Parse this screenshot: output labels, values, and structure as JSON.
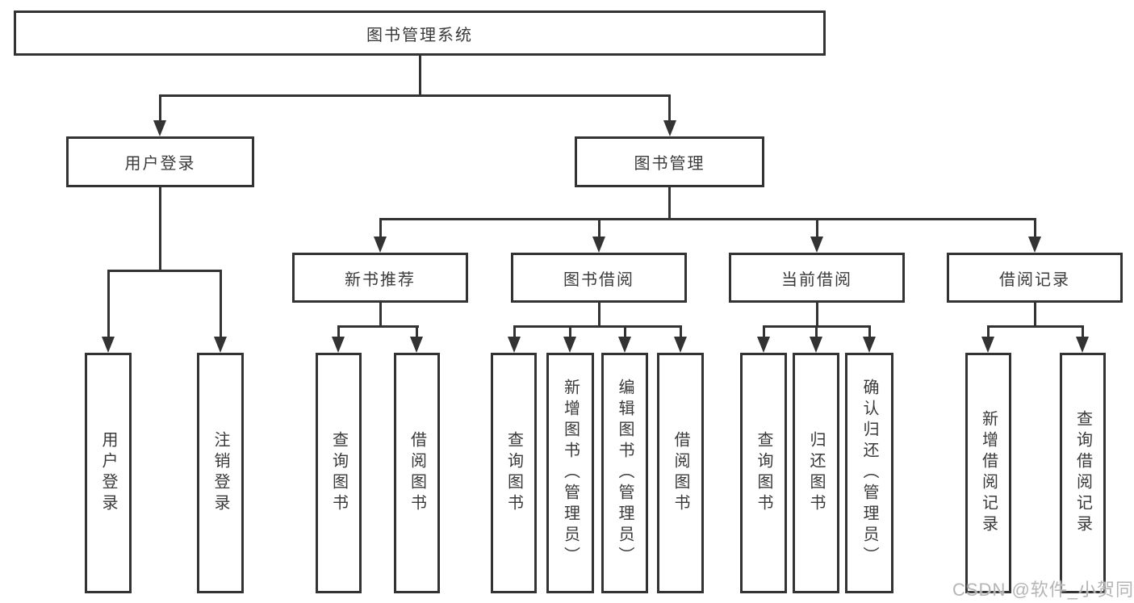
{
  "tree": {
    "root": {
      "label": "图书管理系统"
    },
    "user_login": {
      "label": "用户登录",
      "children": [
        {
          "label": "用户登录"
        },
        {
          "label": "注销登录"
        }
      ]
    },
    "book_mgmt": {
      "label": "图书管理",
      "groups": [
        {
          "label": "新书推荐",
          "children": [
            {
              "label": "查询图书"
            },
            {
              "label": "借阅图书"
            }
          ]
        },
        {
          "label": "图书借阅",
          "children": [
            {
              "label": "查询图书"
            },
            {
              "label": "新增图书（管理员）"
            },
            {
              "label": "编辑图书（管理员）"
            },
            {
              "label": "借阅图书"
            }
          ]
        },
        {
          "label": "当前借阅",
          "children": [
            {
              "label": "查询图书"
            },
            {
              "label": "归还图书"
            },
            {
              "label": "确认归还（管理员）"
            }
          ]
        },
        {
          "label": "借阅记录",
          "children": [
            {
              "label": "新增借阅记录"
            },
            {
              "label": "查询借阅记录"
            }
          ]
        }
      ]
    }
  },
  "watermark": {
    "text": "CSDN @软件_小贺同学"
  },
  "colors": {
    "line": "#333333",
    "text": "#3a3a3a",
    "box_bg": "#ffffff",
    "watermark": "#b5b5b5"
  }
}
